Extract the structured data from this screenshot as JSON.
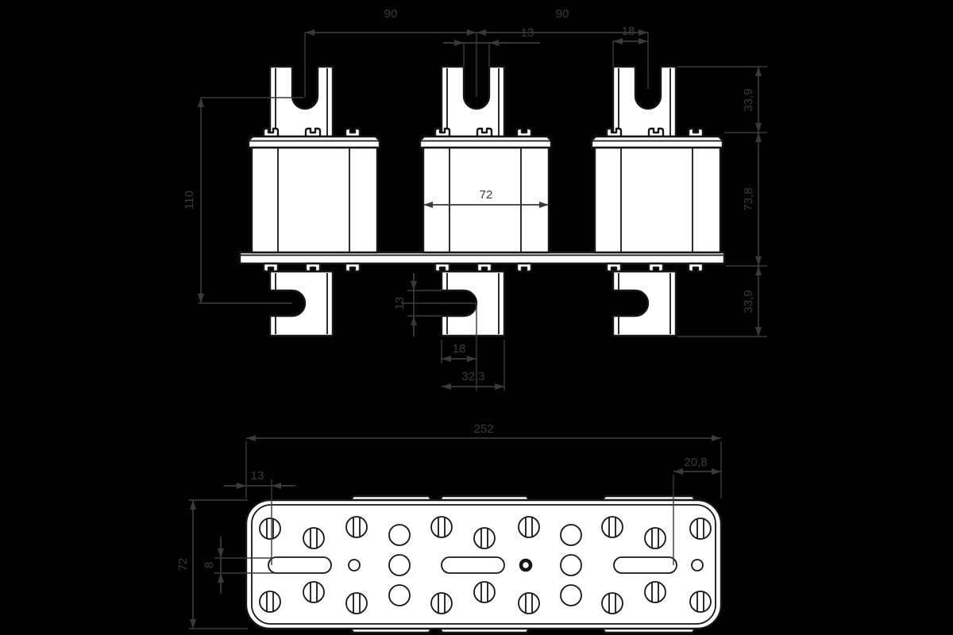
{
  "drawing": {
    "front_view": {
      "dims": {
        "span_left": "90",
        "span_right": "90",
        "top_slot_width": "13",
        "top_blade_offset": "18",
        "overall_height": "110",
        "body_width": "72",
        "top_blade_height": "33,9",
        "body_height": "73,8",
        "bottom_blade_height": "33,9",
        "bottom_slot_height": "13",
        "bottom_slot_offset": "18",
        "bottom_blade_width": "32,3"
      }
    },
    "bottom_view": {
      "dims": {
        "overall_width": "252",
        "edge_to_slot": "13",
        "slot_to_edge": "20,8",
        "overall_depth": "72",
        "slot_height": "8"
      }
    },
    "colors": {
      "background": "#000000",
      "dimension_ink": "#3a3a3a",
      "part_outline": "#161616",
      "part_fill": "#ffffff"
    }
  }
}
